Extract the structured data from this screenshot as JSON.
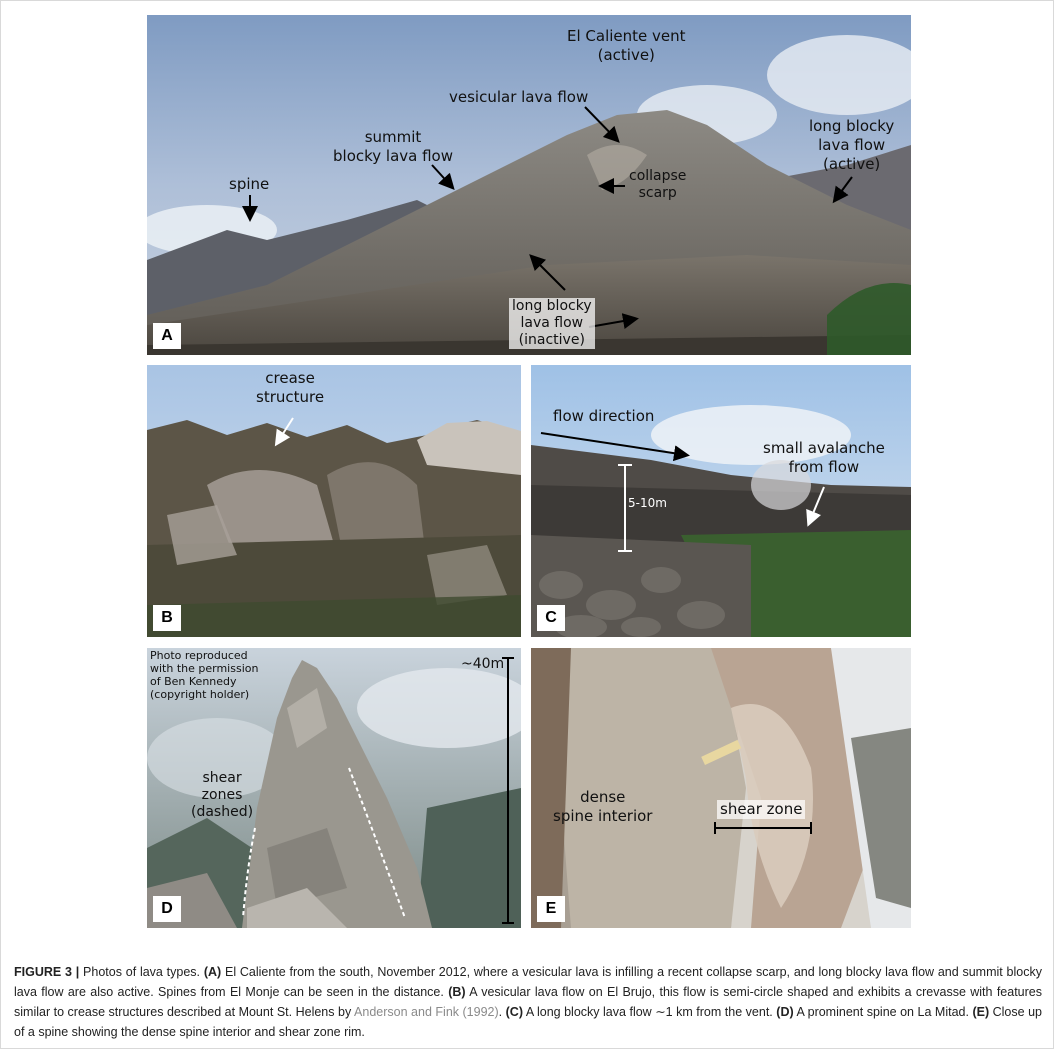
{
  "panels": {
    "a": {
      "letter": "A",
      "labels": {
        "caliente_1": "El Caliente vent",
        "caliente_2": "(active)",
        "vesicular": "vesicular lava flow",
        "summit_1": "summit",
        "summit_2": "blocky lava flow",
        "spine": "spine",
        "collapse_1": "collapse",
        "collapse_2": "scarp",
        "long_active_1": "long blocky",
        "long_active_2": "lava flow",
        "long_active_3": "(active)",
        "long_inactive_1": "long blocky",
        "long_inactive_2": "lava flow",
        "long_inactive_3": "(inactive)"
      }
    },
    "b": {
      "letter": "B",
      "labels": {
        "crease_1": "crease",
        "crease_2": "structure"
      }
    },
    "c": {
      "letter": "C",
      "labels": {
        "flow_direction": "flow direction",
        "avalanche_1": "small avalanche",
        "avalanche_2": "from flow",
        "scale": "5-10m"
      }
    },
    "d": {
      "letter": "D",
      "labels": {
        "credit_1": "Photo reproduced",
        "credit_2": "with the permission",
        "credit_3": "of Ben Kennedy",
        "credit_4": "(copyright holder)",
        "height": "~40m",
        "shear_1": "shear",
        "shear_2": "zones",
        "shear_3": "(dashed)"
      }
    },
    "e": {
      "letter": "E",
      "labels": {
        "dense_1": "dense",
        "dense_2": "spine interior",
        "shear_zone": "shear zone"
      }
    }
  },
  "caption": {
    "figure_label": "FIGURE 3 |",
    "intro": " Photos of lava types. ",
    "a_tag": "(A)",
    "a_text": " El Caliente from the south, November 2012, where a vesicular lava is infilling a recent collapse scarp, and long blocky lava flow and summit blocky lava flow are also active. Spines from El Monje can be seen in the distance. ",
    "b_tag": "(B)",
    "b_text": " A vesicular lava flow on El Brujo, this flow is semi-circle shaped and exhibits a crevasse with features similar to crease structures described at Mount St. Helens by ",
    "b_cite": "Anderson and Fink (1992)",
    "b_end": ". ",
    "c_tag": "(C)",
    "c_text": " A long blocky lava flow ∼1 km from the vent. ",
    "d_tag": "(D)",
    "d_text": " A prominent spine on La Mitad. ",
    "e_tag": "(E)",
    "e_text": " Close up of a spine showing the dense spine interior and shear zone rim."
  },
  "colors": {
    "sky": "#b9cbe0",
    "rock": "#8a8378",
    "vegetation": "#2f5a2a"
  }
}
